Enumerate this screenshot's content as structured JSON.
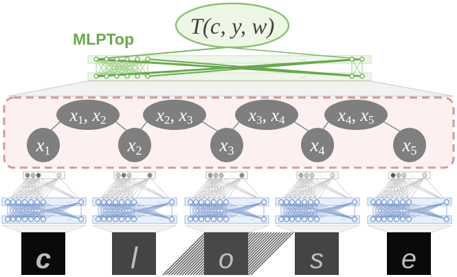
{
  "top": {
    "output_label": "T(c, y, w)",
    "mlp_label": "MLPTop",
    "mlp_color": "#6aa84f",
    "ellipsis": "···"
  },
  "crf": {
    "pair_nodes": [
      {
        "a": "x",
        "a_sub": "1",
        "b": "x",
        "b_sub": "2"
      },
      {
        "a": "x",
        "a_sub": "2",
        "b": "x",
        "b_sub": "3"
      },
      {
        "a": "x",
        "a_sub": "3",
        "b": "x",
        "b_sub": "4"
      },
      {
        "a": "x",
        "a_sub": "4",
        "b": "x",
        "b_sub": "5"
      }
    ],
    "unary_nodes": [
      {
        "var": "x",
        "sub": "1"
      },
      {
        "var": "x",
        "sub": "2"
      },
      {
        "var": "x",
        "sub": "3"
      },
      {
        "var": "x",
        "sub": "4"
      },
      {
        "var": "x",
        "sub": "5"
      }
    ],
    "node_color": "#7f7f7f",
    "box_border_color": "#d49a9a",
    "box_fill_color": "#fdf0f0"
  },
  "columns": [
    {
      "character": "c",
      "image_desc": "letter c"
    },
    {
      "character": "l",
      "image_desc": "letter l"
    },
    {
      "character": "o",
      "image_desc": "letter o"
    },
    {
      "character": "s",
      "image_desc": "letter s"
    },
    {
      "character": "e",
      "image_desc": "letter e"
    }
  ],
  "mlp_bottom": {
    "ellipsis": "···",
    "color": "#6f8fc8"
  }
}
